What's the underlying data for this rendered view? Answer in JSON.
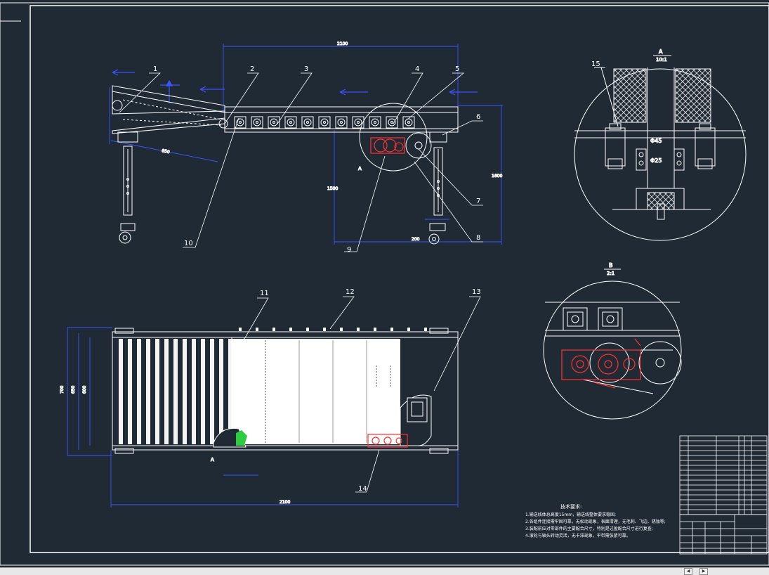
{
  "drawing": {
    "part_labels": [
      "1",
      "2",
      "3",
      "4",
      "5",
      "6",
      "7",
      "8",
      "9",
      "10",
      "11",
      "12",
      "13",
      "14",
      "15"
    ],
    "detail_a": {
      "marker": "A",
      "scale": "10:1",
      "dim_top": "Φ45",
      "dim_bottom": "Φ25"
    },
    "detail_b": {
      "marker": "B",
      "scale": "2:1"
    },
    "view_marker": "A",
    "notes_title": "技术要求:",
    "notes": [
      "1.输送线体总高度15mm，输送线整体要求稳固;",
      "2.各组件连接需牢固可靠，无松动现象，表面清理，无毛刺、飞边、锈蚀等;",
      "3.装配前应对零部件的主要配合尺寸，特别是过盈配合尺寸进行复查;",
      "4.滚轮与轴头转动灵活，无卡滞现象，平带需张紧可靠。"
    ]
  },
  "status": {
    "left_ctl": "◀",
    "right_ctl": "▶"
  },
  "colors": {
    "background": "#202a35",
    "line": "#ffffff",
    "dimension": "#3b55ff",
    "accent": "#ff3030",
    "hatch": "#e6e6e6",
    "green": "#2ecc40"
  }
}
